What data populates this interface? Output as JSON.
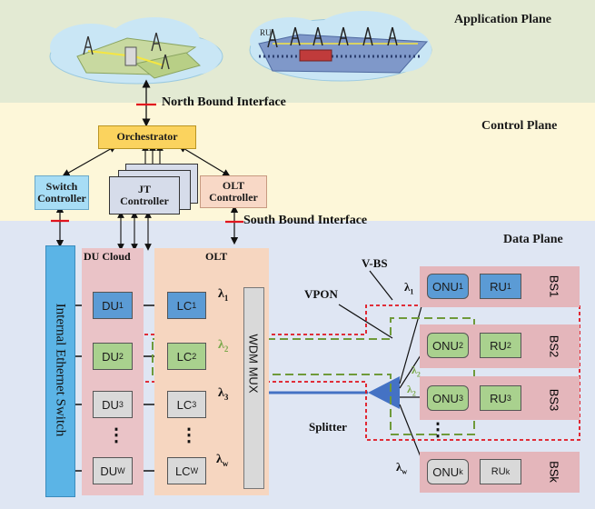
{
  "planes": {
    "application": "Application Plane",
    "control": "Control Plane",
    "data": "Data Plane"
  },
  "interfaces": {
    "north": "North Bound Interface",
    "south": "South Bound Interface"
  },
  "controllers": {
    "orchestrator": "Orchestrator",
    "switch_line1": "Switch",
    "switch_line2": "Controller",
    "jt_line1": "JT",
    "jt_line2": "Controller",
    "olt_line1": "OLT",
    "olt_line2": "Controller"
  },
  "data_plane": {
    "switch_label": "Internal Ethernet Switch",
    "du_cloud": "DU Cloud",
    "olt": "OLT",
    "mux": "WDM MUX",
    "vbs": "V-BS",
    "vpon": "VPON",
    "splitter": "Splitter",
    "ru_label": "RU",
    "du_units": [
      {
        "name": "DU",
        "sub": "1"
      },
      {
        "name": "DU",
        "sub": "2"
      },
      {
        "name": "DU",
        "sub": "3"
      },
      {
        "name": "DU",
        "sub": "W"
      }
    ],
    "lc_units": [
      {
        "name": "LC",
        "sub": "1"
      },
      {
        "name": "LC",
        "sub": "2"
      },
      {
        "name": "LC",
        "sub": "3"
      },
      {
        "name": "LC",
        "sub": "W"
      }
    ],
    "lambdas": [
      {
        "name": "λ",
        "sub": "1"
      },
      {
        "name": "λ",
        "sub": "2"
      },
      {
        "name": "λ",
        "sub": "3"
      },
      {
        "name": "λ",
        "sub": "w"
      }
    ],
    "base_stations": [
      {
        "onu": "ONU",
        "onu_sub": "1",
        "ru": "RU",
        "ru_sub": "1",
        "bs": "BS",
        "bs_sub": "1"
      },
      {
        "onu": "ONU",
        "onu_sub": "2",
        "ru": "RU",
        "ru_sub": "2",
        "bs": "BS",
        "bs_sub": "2"
      },
      {
        "onu": "ONU",
        "onu_sub": "3",
        "ru": "RU",
        "ru_sub": "3",
        "bs": "BS",
        "bs_sub": "3"
      },
      {
        "onu": "ONU",
        "onu_sub": "k",
        "ru": "RU",
        "ru_sub": "k",
        "bs": "BS",
        "bs_sub": "k"
      }
    ],
    "splitter_lambdas": [
      {
        "name": "λ",
        "sub": "1"
      },
      {
        "name": "λ",
        "sub": "2"
      },
      {
        "name": "λ",
        "sub": "2"
      },
      {
        "name": "λ",
        "sub": "w"
      }
    ],
    "dots": "⋮"
  },
  "colors": {
    "app_bg": "#e3ead3",
    "control_bg": "#fdf7d9",
    "data_bg": "#dfe6f3",
    "du_cloud_bg": "#eac3c7",
    "olt_bg": "#f6d6c0",
    "switch_bg": "#5bb4e6",
    "orchestrator_bg": "#fbd35e",
    "switch_ctrl_bg": "#a7ddf5",
    "jt_ctrl_bg": "#d6dcea",
    "olt_ctrl_bg": "#f8d8c6",
    "du_blue": "#5b9bd5",
    "lc_blue": "#5b9bd5",
    "green": "#a9d18e",
    "gray": "#d9d9d9",
    "bs_bg": "#e4b6bb",
    "red_dash": "#e0141e",
    "green_dash": "#6f9a3a",
    "fiber": "#4472c4"
  }
}
